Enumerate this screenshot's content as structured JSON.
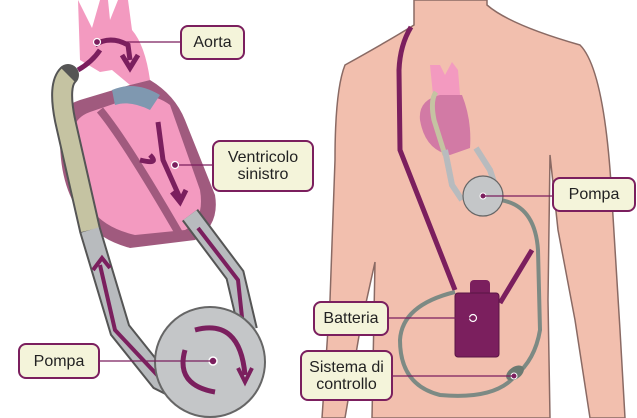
{
  "labels": {
    "aorta": "Aorta",
    "ventricle_line1": "Ventricolo",
    "ventricle_line2": "sinistro",
    "pump_left": "Pompa",
    "pump_right": "Pompa",
    "battery": "Batteria",
    "controller_line1": "Sistema di",
    "controller_line2": "controllo"
  },
  "colors": {
    "heart": "#f39ac0",
    "heart_dark": "#a05a7e",
    "flow_arrow": "#7b1f5e",
    "pump": "#c4c6c8",
    "skin": "#f2bfae",
    "battery": "#7b1f5e",
    "label_bg": "#f4f4da"
  }
}
